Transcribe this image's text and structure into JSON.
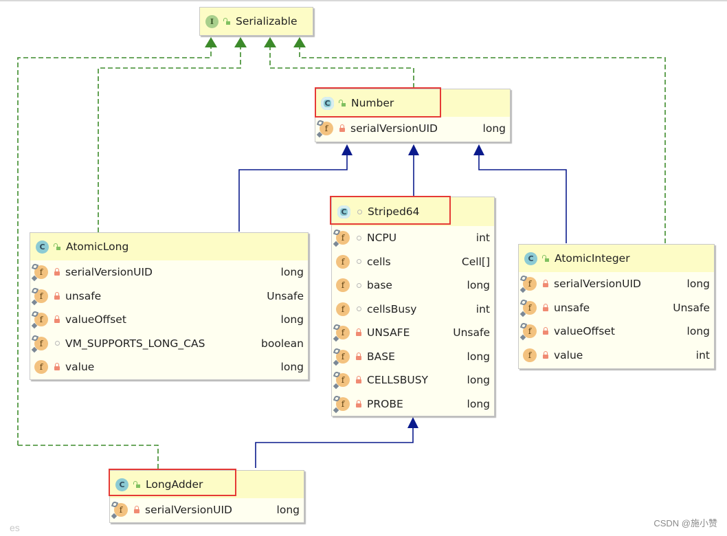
{
  "diagram": {
    "type": "UML class diagram",
    "colors": {
      "realization_edge": "#3c8a2a",
      "inheritance_edge": "#0a1a8c",
      "highlight": "#e53935",
      "node_header": "#fdfcc6",
      "node_body": "#fffff0"
    },
    "nodes": {
      "serializable": {
        "kind": "interface",
        "kind_icon": "I",
        "visibility": "public",
        "name": "Serializable",
        "fields": []
      },
      "number": {
        "kind": "abstract-class",
        "kind_icon": "C",
        "visibility": "public",
        "name": "Number",
        "highlighted": true,
        "fields": [
          {
            "static": true,
            "visibility": "private",
            "name": "serialVersionUID",
            "type": "long"
          }
        ]
      },
      "striped64": {
        "kind": "abstract-class",
        "kind_icon": "C",
        "visibility": "package",
        "name": "Striped64",
        "highlighted": true,
        "fields": [
          {
            "static": true,
            "visibility": "package",
            "name": "NCPU",
            "type": "int"
          },
          {
            "static": false,
            "visibility": "package",
            "name": "cells",
            "type": "Cell[]"
          },
          {
            "static": false,
            "visibility": "package",
            "name": "base",
            "type": "long"
          },
          {
            "static": false,
            "visibility": "package",
            "name": "cellsBusy",
            "type": "int"
          },
          {
            "static": true,
            "visibility": "private",
            "name": "UNSAFE",
            "type": "Unsafe"
          },
          {
            "static": true,
            "visibility": "private",
            "name": "BASE",
            "type": "long"
          },
          {
            "static": true,
            "visibility": "private",
            "name": "CELLSBUSY",
            "type": "long"
          },
          {
            "static": true,
            "visibility": "private",
            "name": "PROBE",
            "type": "long"
          }
        ]
      },
      "atomic_long": {
        "kind": "class",
        "kind_icon": "C",
        "visibility": "public",
        "name": "AtomicLong",
        "fields": [
          {
            "static": true,
            "visibility": "private",
            "name": "serialVersionUID",
            "type": "long"
          },
          {
            "static": true,
            "visibility": "private",
            "name": "unsafe",
            "type": "Unsafe"
          },
          {
            "static": true,
            "visibility": "private",
            "name": "valueOffset",
            "type": "long"
          },
          {
            "static": true,
            "visibility": "package",
            "name": "VM_SUPPORTS_LONG_CAS",
            "type": "boolean"
          },
          {
            "static": false,
            "visibility": "private",
            "name": "value",
            "type": "long"
          }
        ]
      },
      "atomic_integer": {
        "kind": "class",
        "kind_icon": "C",
        "visibility": "public",
        "name": "AtomicInteger",
        "fields": [
          {
            "static": true,
            "visibility": "private",
            "name": "serialVersionUID",
            "type": "long"
          },
          {
            "static": true,
            "visibility": "private",
            "name": "unsafe",
            "type": "Unsafe"
          },
          {
            "static": true,
            "visibility": "private",
            "name": "valueOffset",
            "type": "long"
          },
          {
            "static": false,
            "visibility": "private",
            "name": "value",
            "type": "int"
          }
        ]
      },
      "long_adder": {
        "kind": "class",
        "kind_icon": "C",
        "visibility": "public",
        "name": "LongAdder",
        "highlighted": true,
        "fields": [
          {
            "static": true,
            "visibility": "private",
            "name": "serialVersionUID",
            "type": "long"
          }
        ]
      }
    },
    "edges": [
      {
        "from": "AtomicLong",
        "to": "Serializable",
        "type": "realization"
      },
      {
        "from": "Number",
        "to": "Serializable",
        "type": "realization"
      },
      {
        "from": "AtomicInteger",
        "to": "Serializable",
        "type": "realization"
      },
      {
        "from": "LongAdder",
        "to": "Serializable",
        "type": "realization"
      },
      {
        "from": "AtomicLong",
        "to": "Number",
        "type": "inheritance"
      },
      {
        "from": "Striped64",
        "to": "Number",
        "type": "inheritance"
      },
      {
        "from": "AtomicInteger",
        "to": "Number",
        "type": "inheritance"
      },
      {
        "from": "LongAdder",
        "to": "Striped64",
        "type": "inheritance"
      }
    ]
  },
  "watermark": "CSDN @施小赞",
  "partial_text_bottom_left": "es"
}
